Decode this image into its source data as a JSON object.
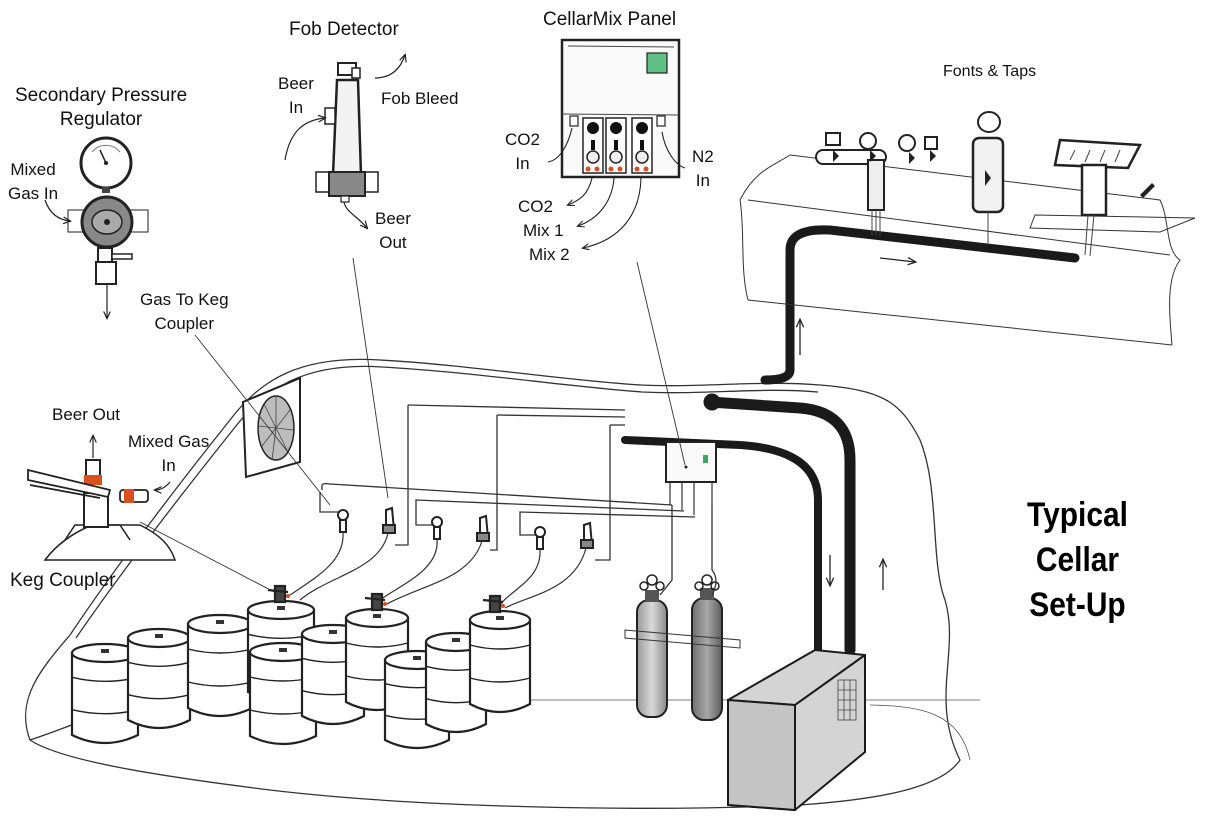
{
  "diagram": {
    "title_lines": [
      "Typical",
      "Cellar",
      "Set-Up"
    ],
    "components": {
      "secondary_regulator": {
        "title_lines": [
          "Secondary Pressure",
          "Regulator"
        ],
        "input_label_lines": [
          "Mixed",
          "Gas In"
        ],
        "output_label_lines": [
          "Gas To Keg",
          "Coupler"
        ]
      },
      "fob_detector": {
        "title": "Fob Detector",
        "beer_in_lines": [
          "Beer",
          "In"
        ],
        "bleed_label": "Fob Bleed",
        "beer_out_lines": [
          "Beer",
          "Out"
        ]
      },
      "cellarmix_panel": {
        "title": "CellarMix Panel",
        "co2_in_lines": [
          "CO2",
          "In"
        ],
        "n2_in_lines": [
          "N2",
          "In"
        ],
        "outputs": [
          "CO2",
          "Mix 1",
          "Mix 2"
        ]
      },
      "fonts_taps": {
        "title": "Fonts & Taps"
      },
      "keg_coupler": {
        "title": "Keg Coupler",
        "beer_out_label": "Beer Out",
        "gas_in_lines": [
          "Mixed Gas",
          "In"
        ]
      }
    },
    "scene_items": {
      "kegs_count": 10,
      "couplers_count": 3,
      "gas_cylinders": [
        "CO2 cylinder",
        "N2 cylinder"
      ],
      "python_cooler": "cooler unit",
      "cellar_fan": "cooling fan"
    },
    "colors": {
      "ink": "#1a1a1a",
      "pencil_shade": "#b8b8b8",
      "accent_orange": "#d9501e",
      "accent_green": "#3aa860"
    }
  }
}
